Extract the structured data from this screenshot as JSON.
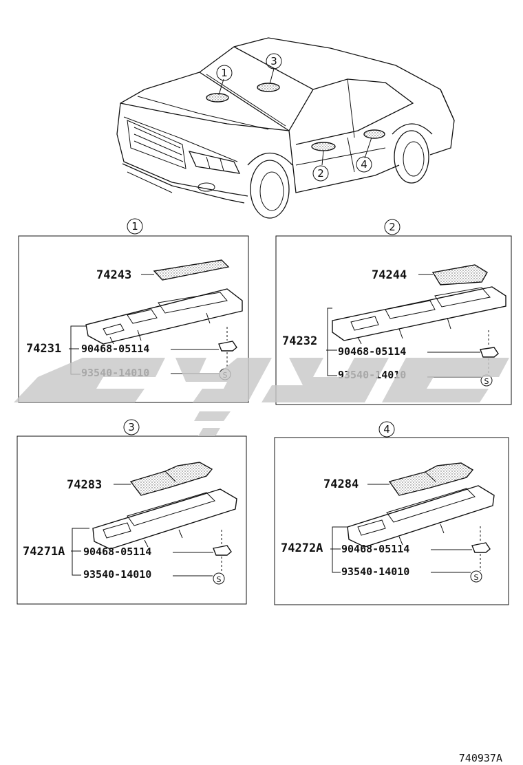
{
  "callouts": {
    "c1": "1",
    "c2": "2",
    "c3": "3",
    "c4": "4"
  },
  "panel1": {
    "cover": "74243",
    "assy": "74231",
    "clip": "90468-05114",
    "screw": "93540-14010",
    "screw_mark": "S"
  },
  "panel2": {
    "cover": "74244",
    "assy": "74232",
    "clip": "90468-05114",
    "screw": "93540-14010",
    "screw_mark": "S"
  },
  "panel3": {
    "cover": "74283",
    "assy": "74271A",
    "clip": "90468-05114",
    "screw": "93540-14010",
    "screw_mark": "S"
  },
  "panel4": {
    "cover": "74284",
    "assy": "74272A",
    "clip": "90468-05114",
    "screw": "93540-14010",
    "screw_mark": "S"
  },
  "figure_ref": "740937A"
}
